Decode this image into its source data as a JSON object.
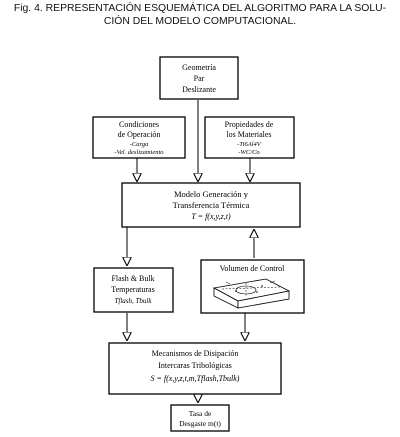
{
  "caption": {
    "figure_number": "Fig. 4.",
    "line1": "REPRESENTACIÓN ESQUEMÁTICA DEL ALGORITMO PARA LA SOLU-",
    "line2": "CIÓN DEL MODELO COMPUTACIONAL."
  },
  "diagram": {
    "geometria": {
      "line1": "Geometría",
      "line2": "Par",
      "line3": "Deslizante"
    },
    "condiciones": {
      "line1": "Condiciones",
      "line2": "de Operación",
      "line3": "-Carga",
      "line4": "-Vel. deslizamiento"
    },
    "propiedades": {
      "line1": "Propiedades de",
      "line2": "los Materiales",
      "line3": "-Ti6Al4V",
      "line4": "-WC/Co"
    },
    "modelo": {
      "line1": "Modelo Generación y",
      "line2": "Transferencia Térmica",
      "line3": "T = f(x,y,z,t)"
    },
    "flash": {
      "line1": "Flash & Bulk",
      "line2": "Temperaturas",
      "line3": "Tflash, Tbulk"
    },
    "volumen": {
      "line1": "Volumen de Control"
    },
    "mecanismos": {
      "line1": "Mecanismos de Disipación",
      "line2": "Intercaras Tribológicas",
      "line3": "S = f(x,y,z,t,m,Tflash,Tbulk)"
    },
    "tasa": {
      "line1": "Tasa de",
      "line2": "Desgaste m(t)"
    }
  }
}
